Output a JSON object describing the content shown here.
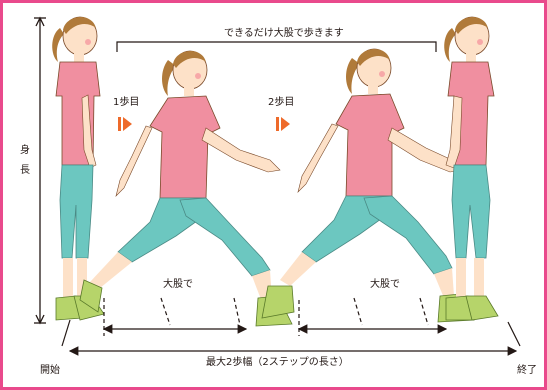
{
  "title_note": "できるだけ大股で歩きます",
  "height_label": [
    "身",
    "長"
  ],
  "step1_label": "1歩目",
  "step2_label": "2歩目",
  "stride_label_1": "大股で",
  "stride_label_2": "大股で",
  "start_label": "開始",
  "end_label": "終了",
  "total_label": "最大2歩幅（2ステップの長さ）",
  "colors": {
    "frame": "#e94a8c",
    "shirt": "#f08fa0",
    "pants": "#6cc7c0",
    "shoe": "#b6d46a",
    "hair": "#b07a3a",
    "skin": "#fde1c8",
    "arrow_head": "#ee6a2a"
  }
}
